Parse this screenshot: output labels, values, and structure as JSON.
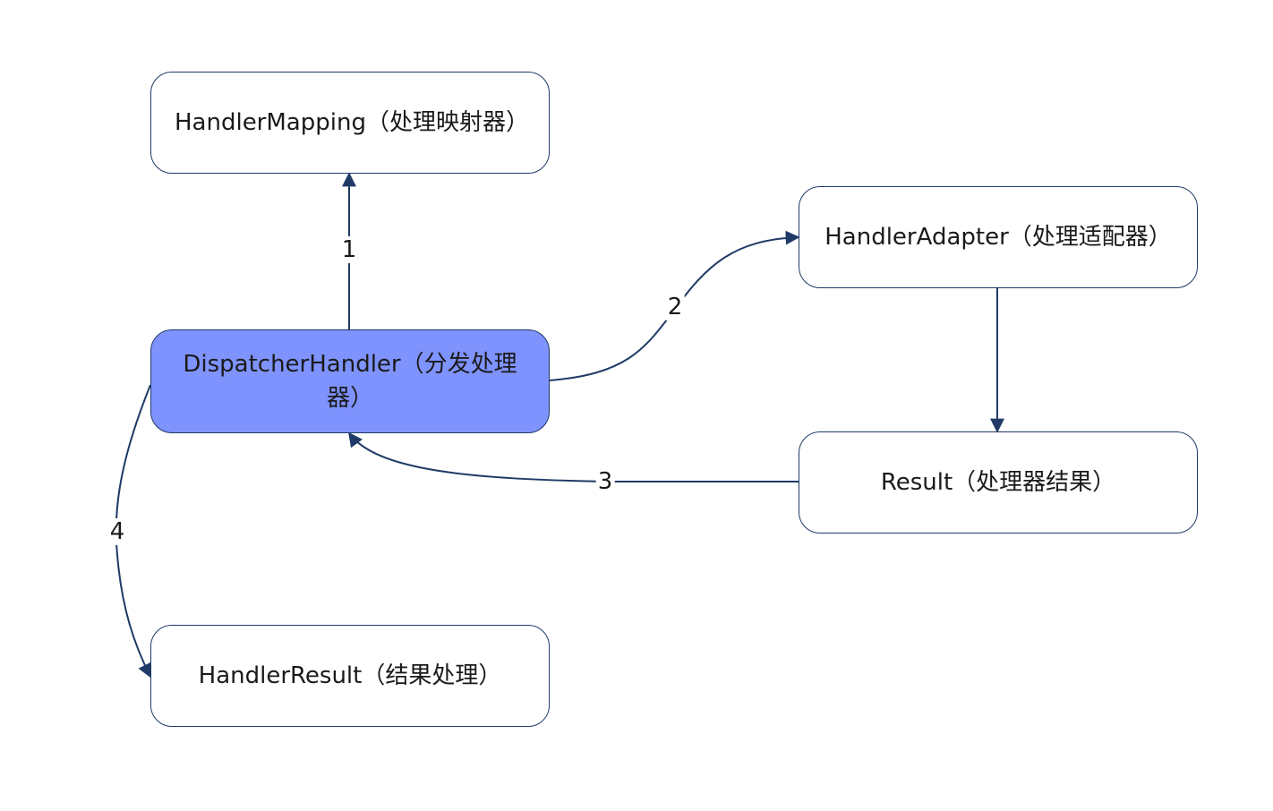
{
  "nodes": {
    "handler_mapping": "HandlerMapping（处理映射器）",
    "dispatcher_handler": "DispatcherHandler（分发处理器）",
    "handler_adapter": "HandlerAdapter（处理适配器）",
    "result": "Result（处理器结果）",
    "handler_result": "HandlerResult（结果处理）"
  },
  "edges": {
    "dispatcher_to_mapping": "1",
    "dispatcher_to_adapter": "2",
    "result_to_dispatcher": "3",
    "dispatcher_to_handler_result": "4"
  },
  "colors": {
    "primary_fill": "#7f93ff",
    "stroke": "#1f3a66"
  }
}
